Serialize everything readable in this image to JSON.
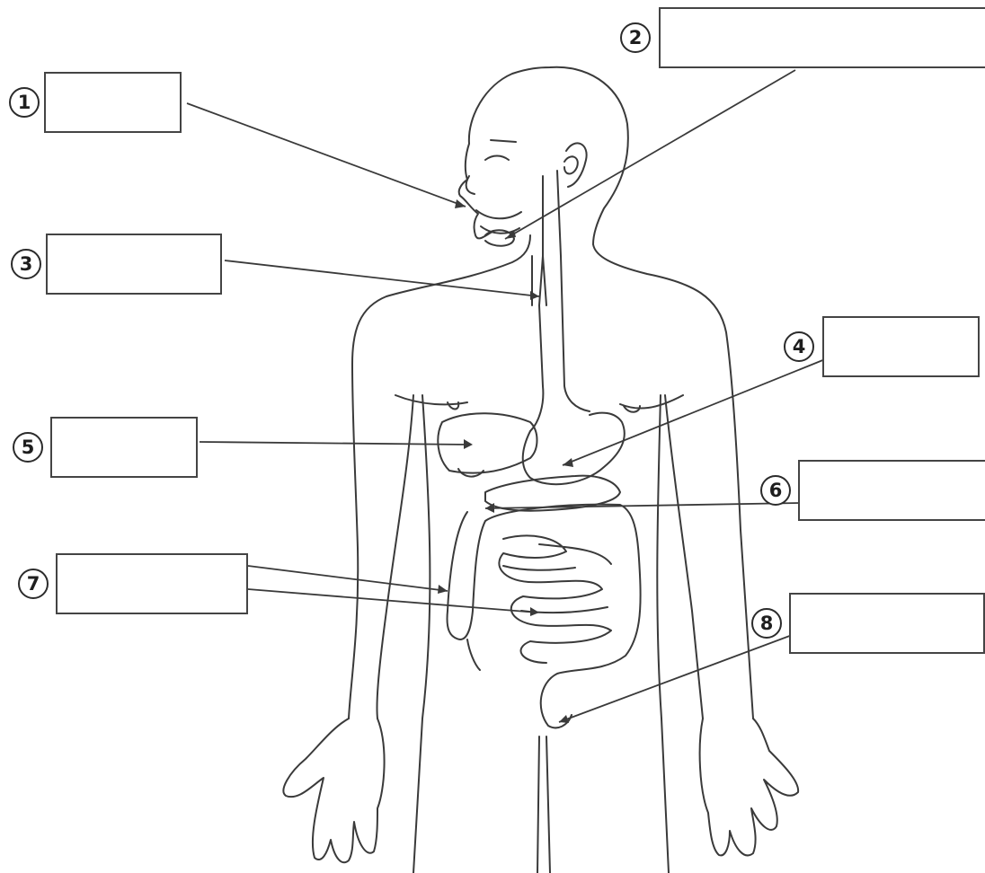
{
  "diagram": {
    "labels": [
      {
        "id": "1",
        "number": "1",
        "answer": ""
      },
      {
        "id": "2",
        "number": "2",
        "answer": ""
      },
      {
        "id": "3",
        "number": "3",
        "answer": ""
      },
      {
        "id": "4",
        "number": "4",
        "answer": ""
      },
      {
        "id": "5",
        "number": "5",
        "answer": ""
      },
      {
        "id": "6",
        "number": "6",
        "answer": ""
      },
      {
        "id": "7",
        "number": "7",
        "answer": ""
      },
      {
        "id": "8",
        "number": "8",
        "answer": ""
      }
    ],
    "line_color": "#3a3a3a"
  }
}
